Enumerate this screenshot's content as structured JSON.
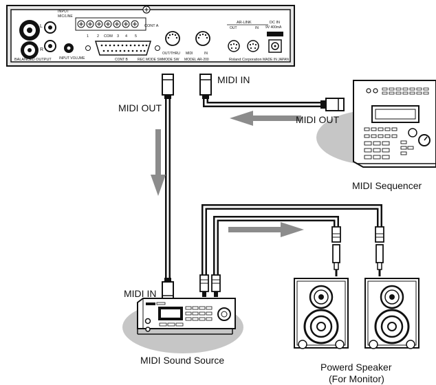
{
  "labels": {
    "midi_in_top": "MIDI IN",
    "midi_out_left": "MIDI OUT",
    "midi_out_right": "MIDI OUT",
    "midi_sequencer": "MIDI Sequencer",
    "midi_in_bottom": "MIDI IN",
    "midi_sound_source": "MIDI Sound Source",
    "powered_speaker": "Powerd Speaker",
    "for_monitor": "(For Monitor)"
  },
  "device_panel": {
    "input_label": "INPUT",
    "mic_line_label": "MIC/LINE",
    "balanced_output": "BALANCED OUTPUT",
    "input_volume": "INPUT VOLUME",
    "cont_a": "CONT A",
    "cont_b": "CONT B",
    "rec_mode": "REC MODE SW",
    "mode_sw": "MODE SW",
    "model": "MODEL AR-200",
    "out_thru": "OUT/THRU",
    "midi_label": "MIDI",
    "in_label": "IN",
    "ar_link": "AR-LINK",
    "out_label": "OUT",
    "in_label2": "IN",
    "brand": "Roland Corporation",
    "dc_in": "DC IN",
    "power_spec": "9V 400mA",
    "made_in": "MADE IN JAPAN",
    "terminal_numbers": [
      "1",
      "2",
      "COM",
      "3",
      "4",
      "5"
    ]
  },
  "colors": {
    "line": "#111111",
    "arrow": "#8c8c8c",
    "shadow": "#c6c6c6"
  }
}
